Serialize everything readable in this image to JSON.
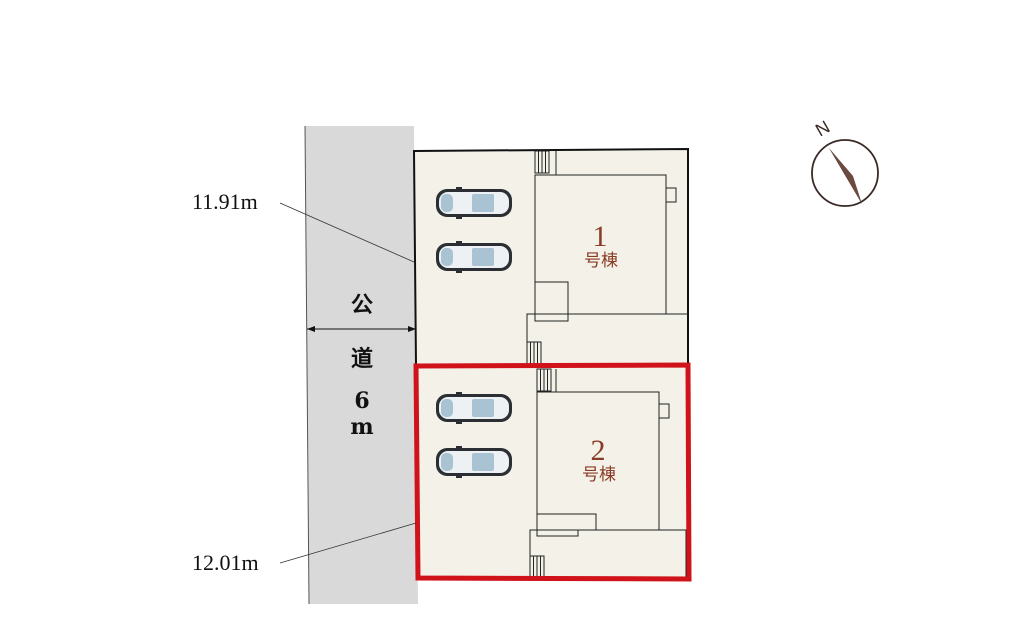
{
  "road": {
    "chars": [
      "公",
      "道",
      "6",
      "m"
    ],
    "color": "#d9d9d9"
  },
  "dimensions": {
    "top": "11.91m",
    "bottom": "12.01m"
  },
  "buildings": [
    {
      "number": "1",
      "label": "号棟"
    },
    {
      "number": "2",
      "label": "号棟"
    }
  ],
  "compass": {
    "letter": "N"
  },
  "colors": {
    "lot": "#f3f1e8",
    "highlight": "#d0121b",
    "label": "#8a3b25"
  }
}
